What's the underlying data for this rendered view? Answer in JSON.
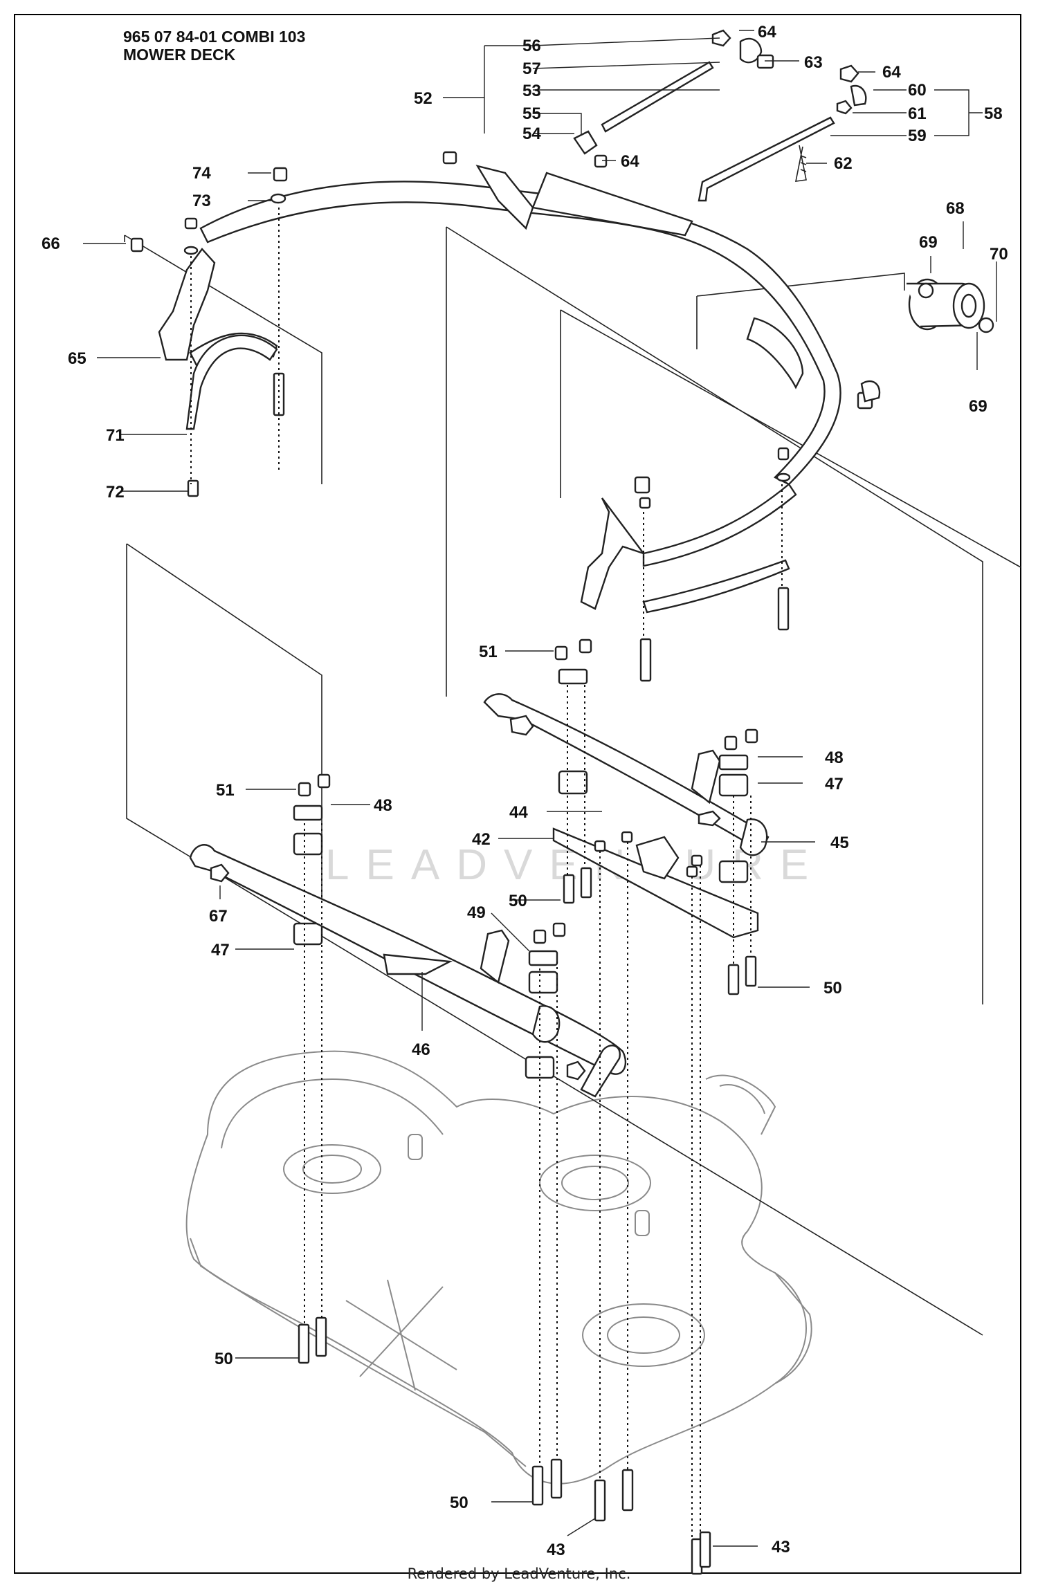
{
  "header": {
    "title_line1": "965 07 84-01 COMBI 103",
    "title_line2": "MOWER DECK"
  },
  "watermark": "LEADVENTURE",
  "footer": "Rendered by LeadVenture, Inc.",
  "callouts": {
    "c42": "42",
    "c43a": "43",
    "c43b": "43",
    "c44": "44",
    "c45": "45",
    "c46": "46",
    "c47a": "47",
    "c47b": "47",
    "c48a": "48",
    "c48b": "48",
    "c49": "49",
    "c50a": "50",
    "c50b": "50",
    "c50c": "50",
    "c50d": "50",
    "c51a": "51",
    "c51b": "51",
    "c52": "52",
    "c53": "53",
    "c54": "54",
    "c55": "55",
    "c56": "56",
    "c57": "57",
    "c58": "58",
    "c59": "59",
    "c60": "60",
    "c61": "61",
    "c62": "62",
    "c63": "63",
    "c64a": "64",
    "c64b": "64",
    "c64c": "64",
    "c65": "65",
    "c66": "66",
    "c67": "67",
    "c68": "68",
    "c69a": "69",
    "c69b": "69",
    "c70": "70",
    "c71": "71",
    "c72": "72",
    "c73": "73",
    "c74": "74"
  }
}
